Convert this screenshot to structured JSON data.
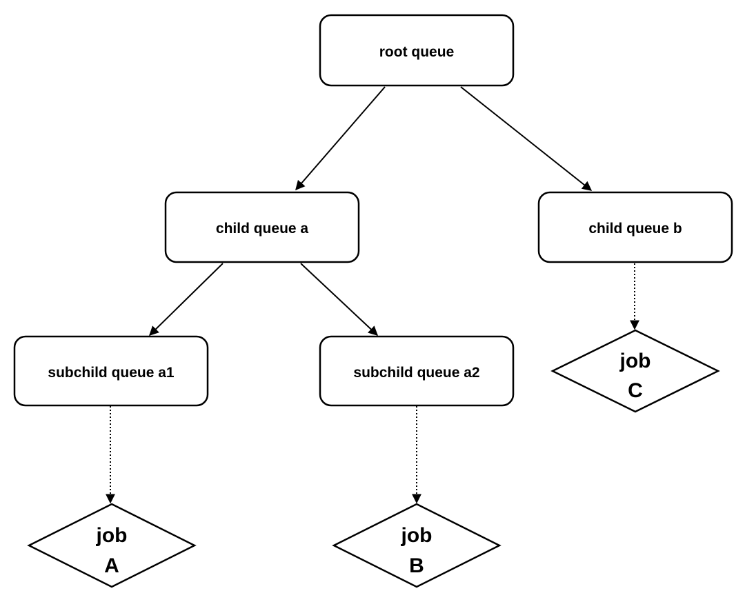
{
  "nodes": {
    "root_queue": "root queue",
    "child_queue_a": "child queue a",
    "child_queue_b": "child queue b",
    "subchild_queue_a1": "subchild queue a1",
    "subchild_queue_a2": "subchild queue a2",
    "job_a": [
      "job",
      "A"
    ],
    "job_b": [
      "job",
      "B"
    ],
    "job_c": [
      "job",
      "C"
    ]
  },
  "edges": [
    {
      "from": "root_queue",
      "to": "child_queue_a",
      "style": "solid"
    },
    {
      "from": "root_queue",
      "to": "child_queue_b",
      "style": "solid"
    },
    {
      "from": "child_queue_a",
      "to": "subchild_queue_a1",
      "style": "solid"
    },
    {
      "from": "child_queue_a",
      "to": "subchild_queue_a2",
      "style": "solid"
    },
    {
      "from": "subchild_queue_a1",
      "to": "job_a",
      "style": "dotted"
    },
    {
      "from": "subchild_queue_a2",
      "to": "job_b",
      "style": "dotted"
    },
    {
      "from": "child_queue_b",
      "to": "job_c",
      "style": "dotted"
    }
  ],
  "colors": {
    "stroke": "#000000",
    "fill": "#ffffff"
  }
}
